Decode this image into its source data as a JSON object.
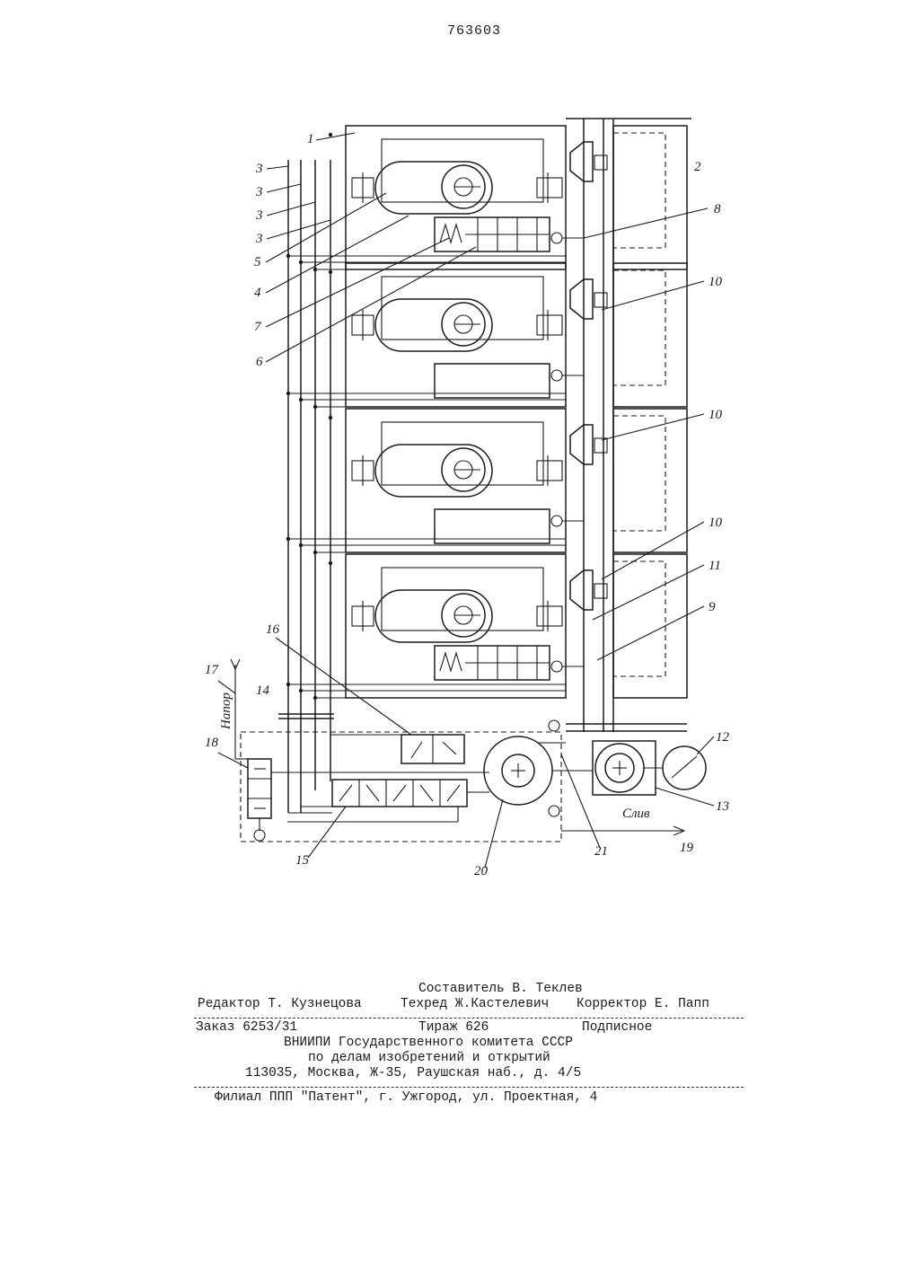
{
  "page": {
    "number": "763603"
  },
  "drawing": {
    "callouts": [
      "1",
      "2",
      "3",
      "3",
      "3",
      "3",
      "5",
      "4",
      "7",
      "6",
      "8",
      "10",
      "10",
      "10",
      "11",
      "9",
      "16",
      "17",
      "14",
      "18",
      "12",
      "13",
      "15",
      "20",
      "21",
      "19"
    ],
    "flow_labels": {
      "pressure": "Напор",
      "drain": "Слив"
    }
  },
  "imprint": {
    "compiler": "Составитель В. Теклев",
    "editor": "Редактор Т. Кузнецова",
    "techred": "Техред Ж.Кастелевич",
    "corrector": "Корректор Е. Папп",
    "order": "Заказ 6253/31",
    "circulation": "Тираж 626",
    "subscription": "Подписное",
    "institute": "ВНИИПИ Государственного комитета СССР",
    "committee": "по делам изобретений и открытий",
    "address": "113035, Москва, Ж-35, Раушская наб., д. 4/5",
    "branch": "Филиал ППП \"Патент\", г. Ужгород, ул. Проектная, 4"
  }
}
